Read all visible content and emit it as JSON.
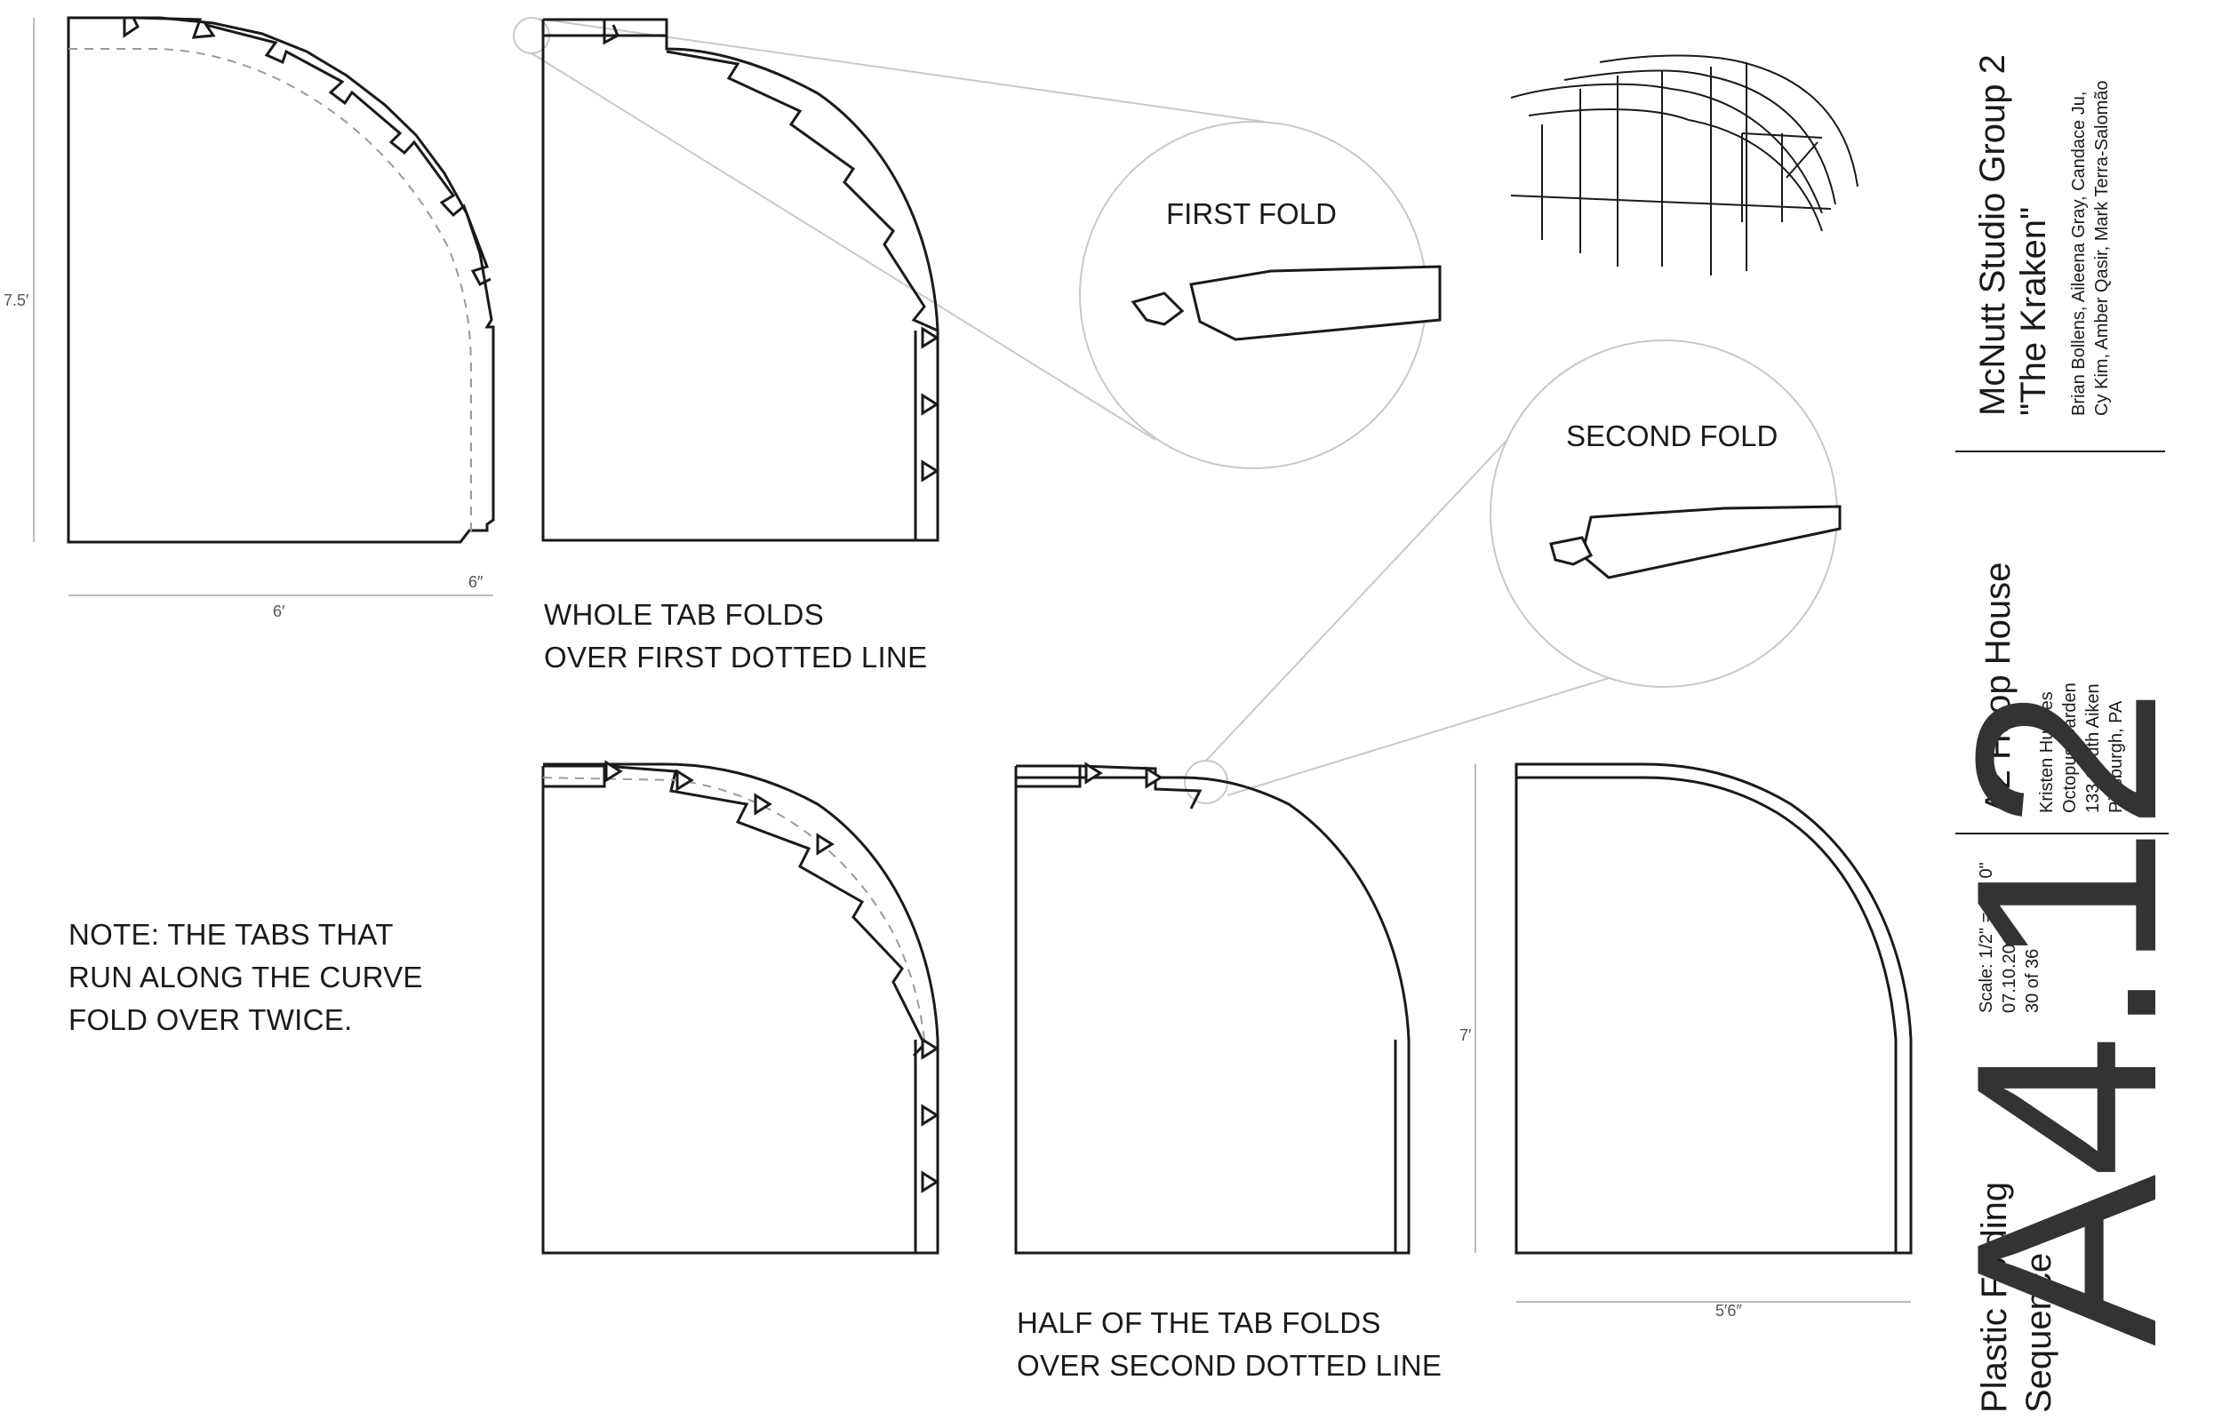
{
  "colors": {
    "stroke": "#1a1a1a",
    "dotted": "#9a9a9a",
    "callout": "#c8c8c8",
    "dim_line": "#bbbbbb"
  },
  "dimensions": {
    "height_a": "7.5′",
    "width_a": "6′",
    "tab_a": "6″",
    "height_b": "7′",
    "width_b": "5′6″"
  },
  "captions": {
    "whole_tab_line1": "WHOLE TAB FOLDS",
    "whole_tab_line2": "OVER FIRST DOTTED LINE",
    "note_line1": "NOTE: THE TABS THAT",
    "note_line2": "RUN ALONG THE CURVE",
    "note_line3": "FOLD OVER TWICE.",
    "half_tab_line1": "HALF OF THE TAB FOLDS",
    "half_tab_line2": "OVER SECOND DOTTED LINE"
  },
  "callouts": {
    "first_fold": "FIRST FOLD",
    "second_fold": "SECOND FOLD"
  },
  "title_block": {
    "studio": "McNutt Studio Group 2",
    "project_name": "\"The Kraken\"",
    "team_line1": "Brian Bollens, Aileena Gray, Candace Ju,",
    "team_line2": "Cy Kim, Amber Qasir, Mark Terra-Salomão",
    "project": "A2 Hoop House",
    "client_line1": "Kristen Hughes",
    "client_line2": "Octopus Garden",
    "client_line3": "133 South Aiken",
    "client_line4": "Pittsburgh, PA",
    "scale": "Scale: 1/2\" = 1' - 0\"",
    "date": "07.10.2013",
    "page": "30 of 36",
    "sheet_title_line1": "Plastic Folding",
    "sheet_title_line2": "Sequence",
    "sheet_number": "A4.12"
  }
}
